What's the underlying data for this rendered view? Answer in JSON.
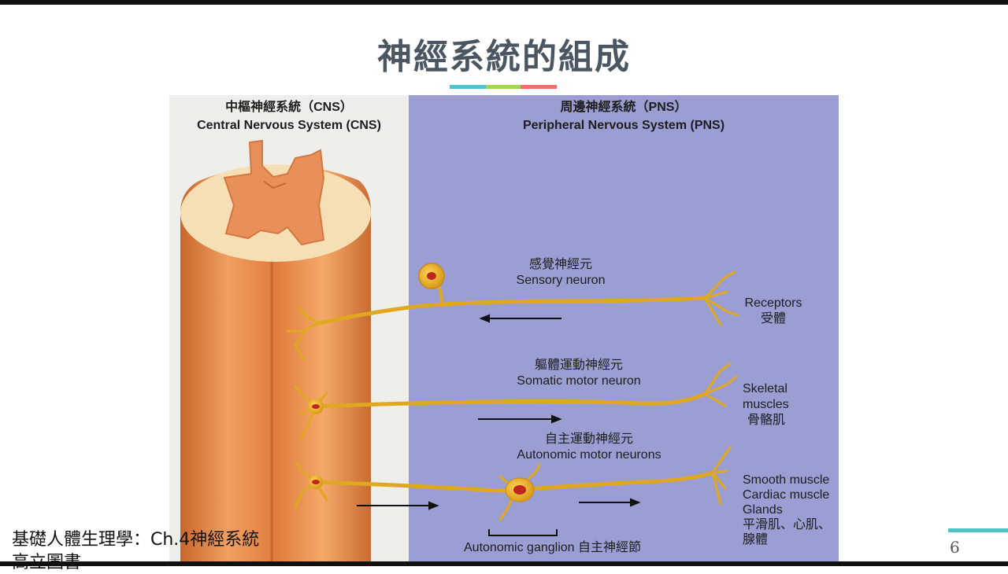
{
  "slide": {
    "title": "神經系統的組成",
    "footer_line1": "基礎人體生理學：Ch.4神經系統",
    "footer_line2": "高立圖書",
    "page_number": "6"
  },
  "figure": {
    "cns_header_zh": "中樞神經系統（CNS）",
    "cns_header_en": "Central Nervous System (CNS)",
    "pns_header_zh": "周邊神經系統（PNS）",
    "pns_header_en": "Peripheral Nervous System (PNS)",
    "sensory_zh": "感覺神經元",
    "sensory_en": "Sensory neuron",
    "receptors_en": "Receptors",
    "receptors_zh": "受體",
    "somatic_zh": "軀體運動神經元",
    "somatic_en": "Somatic motor neuron",
    "skeletal_en1": "Skeletal",
    "skeletal_en2": "muscles",
    "skeletal_zh": "骨骼肌",
    "autonomic_zh": "自主運動神經元",
    "autonomic_en": "Autonomic motor neurons",
    "smooth_en": "Smooth muscle",
    "cardiac_en": "Cardiac muscle",
    "glands_en": "Glands",
    "targets_zh1": "平滑肌、心肌、",
    "targets_zh2": "腺體",
    "ganglion": "Autonomic ganglion 自主神經節"
  },
  "colors": {
    "title": "#4a5661",
    "cns_panel": "#eeeeea",
    "pns_panel": "#9a9ed2",
    "nerve": "#e6b22a",
    "spinal_cord": "#e8894a"
  }
}
